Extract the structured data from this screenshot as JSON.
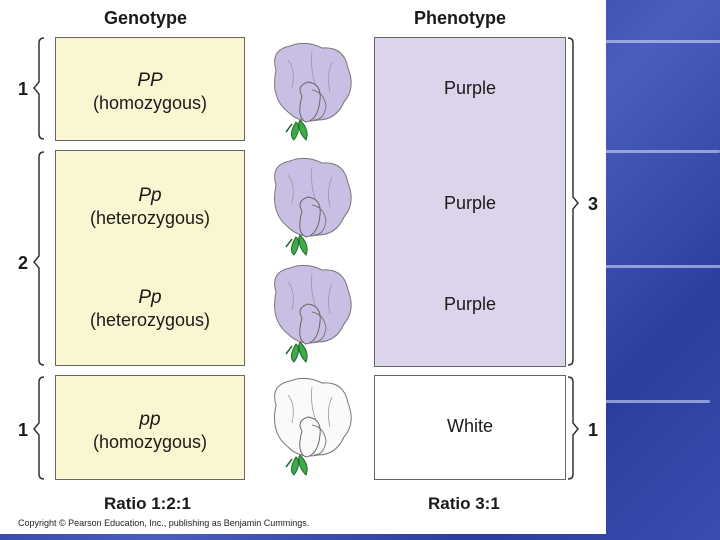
{
  "headers": {
    "genotype": "Genotype",
    "phenotype": "Phenotype"
  },
  "rows": [
    {
      "symbol": "PP",
      "zygosity": "(homozygous)",
      "phenotype": "Purple",
      "flower_color": "#c9bfe4"
    },
    {
      "symbol": "Pp",
      "zygosity": "(heterozygous)",
      "phenotype": "Purple",
      "flower_color": "#c9bfe4"
    },
    {
      "symbol": "Pp",
      "zygosity": "(heterozygous)",
      "phenotype": "Purple",
      "flower_color": "#c9bfe4"
    },
    {
      "symbol": "pp",
      "zygosity": "(homozygous)",
      "phenotype": "White",
      "flower_color": "#fafafa"
    }
  ],
  "left_counts": [
    "1",
    "2",
    "1"
  ],
  "right_counts": [
    "3",
    "1"
  ],
  "ratios": {
    "genotype": "Ratio 1:2:1",
    "phenotype": "Ratio 3:1"
  },
  "copyright": "Copyright © Pearson Education, Inc., publishing as Benjamin Cummings.",
  "colors": {
    "genotype_fill": "#fbf6d2",
    "purple_fill": "#dcd4ea",
    "leaf": "#3faa4a"
  }
}
